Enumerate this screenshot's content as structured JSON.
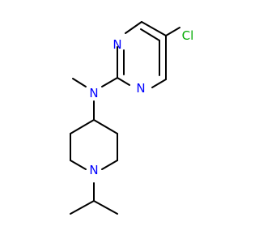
{
  "structure": {
    "atoms": {
      "chlorine": {
        "label": "Cl",
        "color": "#00aa00"
      },
      "pyrimidine_n_top": {
        "label": "N",
        "color": "#0000ff"
      },
      "pyrimidine_n_bottom": {
        "label": "N",
        "color": "#0000ff"
      },
      "amine_n": {
        "label": "N",
        "color": "#0000ff"
      },
      "piperidine_n": {
        "label": "N",
        "color": "#0000ff"
      }
    },
    "bond_color": "#000000"
  }
}
